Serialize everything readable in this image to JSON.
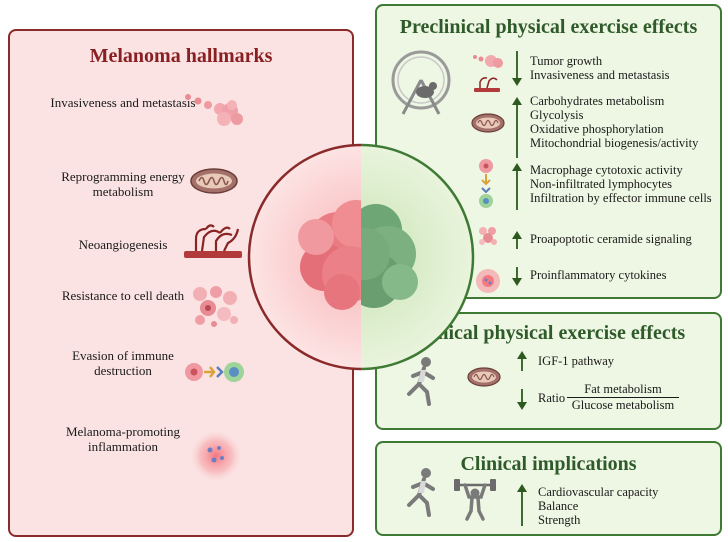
{
  "left_panel": {
    "title": "Melanoma hallmarks",
    "hallmarks": [
      {
        "label": "Invasiveness and metastasis",
        "icon": "cell-cluster-icon"
      },
      {
        "label": "Reprogramming energy metabolism",
        "icon": "mitochondrion-icon"
      },
      {
        "label": "Neoangiogenesis",
        "icon": "blood-vessel-icon"
      },
      {
        "label": "Resistance to cell death",
        "icon": "apoptotic-cells-icon"
      },
      {
        "label": "Evasion of immune destruction",
        "icon": "immune-cell-icon"
      },
      {
        "label": "Melanoma-promoting inflammation",
        "icon": "inflammation-icon"
      }
    ]
  },
  "preclinical": {
    "title": "Preclinical physical exercise effects",
    "groups": [
      {
        "direction": "down",
        "items": [
          "Tumor growth",
          "Invasiveness and metastasis"
        ]
      },
      {
        "direction": "up",
        "items": [
          "Carbohydrates metabolism",
          "Glycolysis",
          "Oxidative phosphorylation",
          "Mitochondrial biogenesis/activity"
        ]
      },
      {
        "direction": "up",
        "items": [
          "Macrophage cytotoxic activity",
          "Non-infiltrated lymphocytes",
          "Infiltration by effector immune cells"
        ]
      },
      {
        "direction": "up",
        "items": [
          "Proapoptotic ceramide signaling"
        ]
      },
      {
        "direction": "down",
        "items": [
          "Proinflammatory cytokines"
        ]
      }
    ]
  },
  "clinical": {
    "title": "Clinical physical exercise effects",
    "up_item": "IGF-1 pathway",
    "ratio_label": "Ratio",
    "ratio_numerator": "Fat metabolism",
    "ratio_denominator": "Glucose metabolism"
  },
  "implications": {
    "title": "Clinical implications",
    "items": [
      "Cardiovascular capacity",
      "Balance",
      "Strength"
    ]
  },
  "colors": {
    "red_border": "#8a2a2a",
    "red_fill": "#fbe3e3",
    "green_border": "#3f7a34",
    "green_fill": "#eef6e4",
    "arrow": "#2d5a1f"
  }
}
